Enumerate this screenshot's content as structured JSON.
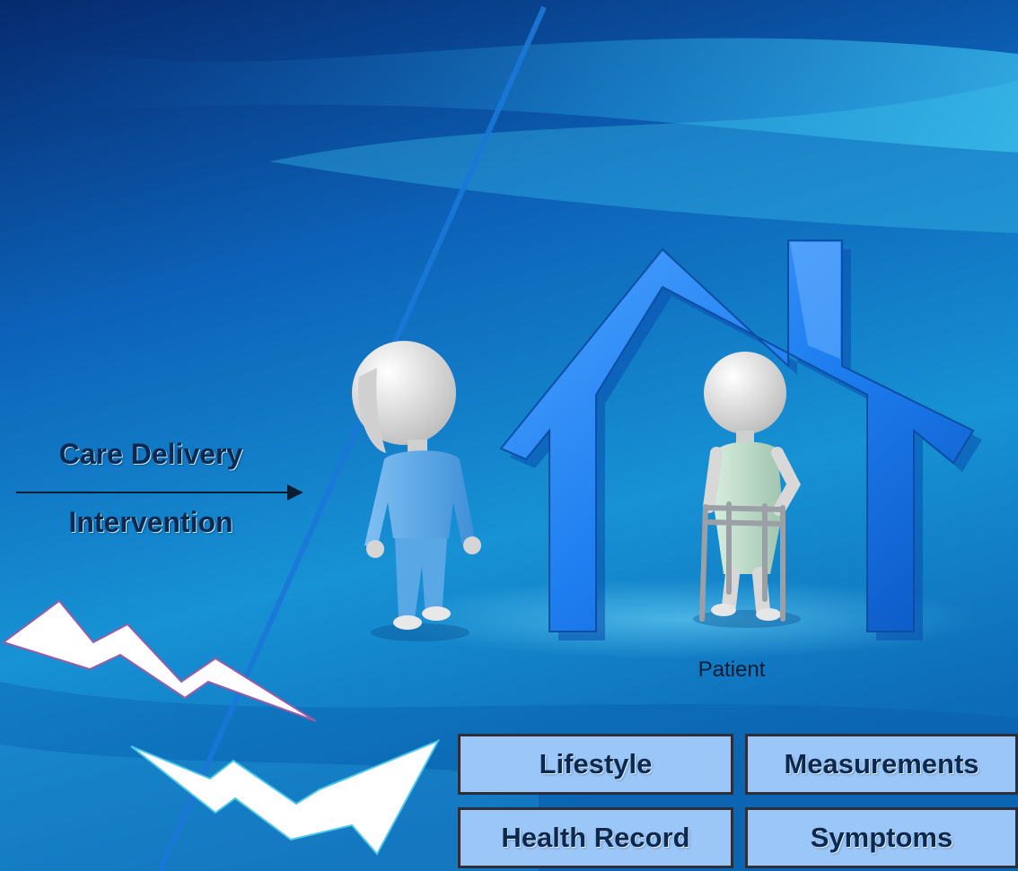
{
  "flow": {
    "above_arrow": "Care Delivery",
    "below_arrow": "Intervention"
  },
  "patient_label": "Patient",
  "data_boxes": {
    "lifestyle": "Lifestyle",
    "measurements": "Measurements",
    "health_record": "Health Record",
    "symptoms": "Symptoms"
  },
  "colors": {
    "background_dark": "#0a3f86",
    "background_light": "#27b0e6",
    "house_blue": "#1f7ff0",
    "box_fill": "#9ac6f8",
    "label_text": "#0b2950"
  },
  "icons": [
    "nurse-figure-icon",
    "house-icon",
    "patient-with-walker-icon",
    "lightning-bolt-icon"
  ]
}
